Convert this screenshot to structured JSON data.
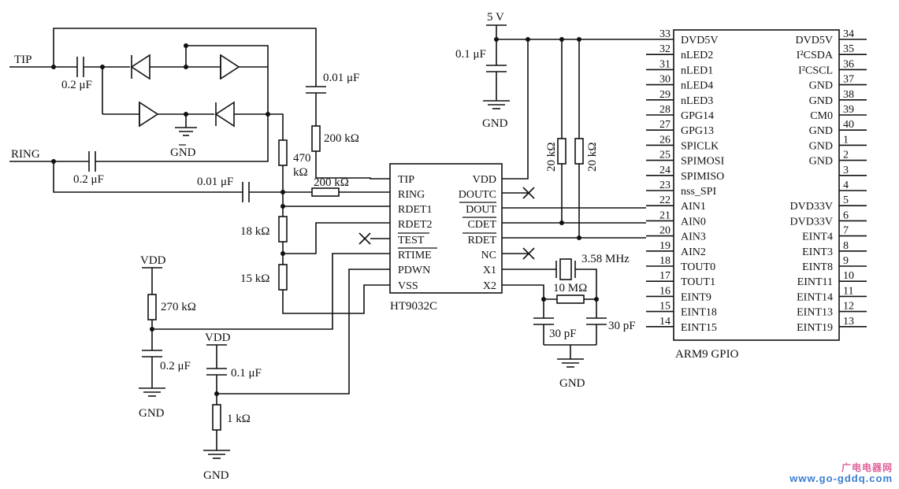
{
  "labels": {
    "tip": "TIP",
    "ring": "RING",
    "vdd": "VDD",
    "gnd": "GND",
    "five_v": "5 V"
  },
  "components": {
    "c_tip": "0.2 μF",
    "c_ring": "0.2 μF",
    "c_001_top": "0.01 μF",
    "c_001_ring": "0.01 μF",
    "c_5v": "0.1 μF",
    "c_vdd": "0.2 μF",
    "c_pdwn": "0.1 μF",
    "c_x1": "30 pF",
    "c_x2": "30 pF",
    "r_200k_v": "200 kΩ",
    "r_200k_h": "200 kΩ",
    "r_470k_a": "470",
    "r_470k_b": "kΩ",
    "r_18k": "18 kΩ",
    "r_15k": "15 kΩ",
    "r_270k": "270 kΩ",
    "r_1k": "1 kΩ",
    "r_10m": "10 MΩ",
    "r_20k_a": "20 kΩ",
    "r_20k_b": "20 kΩ",
    "crystal": "3.58 MHz"
  },
  "ht9032": {
    "name": "HT9032C",
    "left_pins": [
      "TIP",
      "RING",
      "RDET1",
      "RDET2",
      "TEST",
      "RTIME",
      "PDWN",
      "VSS"
    ],
    "right_pins": [
      "VDD",
      "DOUTC",
      "DOUT",
      "CDET",
      "RDET",
      "NC",
      "X1",
      "X2"
    ]
  },
  "arm9": {
    "name": "ARM9 GPIO",
    "left_pins": [
      {
        "num": "33",
        "name": "DVD5V"
      },
      {
        "num": "32",
        "name": "nLED2"
      },
      {
        "num": "31",
        "name": "nLED1"
      },
      {
        "num": "30",
        "name": "nLED4"
      },
      {
        "num": "29",
        "name": "nLED3"
      },
      {
        "num": "28",
        "name": "GPG14"
      },
      {
        "num": "27",
        "name": "GPG13"
      },
      {
        "num": "26",
        "name": "SPICLK"
      },
      {
        "num": "25",
        "name": "SPIMOSI"
      },
      {
        "num": "24",
        "name": "SPIMISO"
      },
      {
        "num": "23",
        "name": "nss_SPI"
      },
      {
        "num": "22",
        "name": "AIN1"
      },
      {
        "num": "21",
        "name": "AIN0"
      },
      {
        "num": "20",
        "name": "AIN3"
      },
      {
        "num": "19",
        "name": "AIN2"
      },
      {
        "num": "18",
        "name": "TOUT0"
      },
      {
        "num": "17",
        "name": "TOUT1"
      },
      {
        "num": "16",
        "name": "EINT9"
      },
      {
        "num": "15",
        "name": "EINT18"
      },
      {
        "num": "14",
        "name": "EINT15"
      }
    ],
    "right_pins": [
      {
        "num": "34",
        "name": "DVD5V"
      },
      {
        "num": "35",
        "name": "I²CSDA"
      },
      {
        "num": "36",
        "name": "I²CSCL"
      },
      {
        "num": "37",
        "name": "GND"
      },
      {
        "num": "38",
        "name": "GND"
      },
      {
        "num": "39",
        "name": "CM0"
      },
      {
        "num": "40",
        "name": "GND"
      },
      {
        "num": "1",
        "name": "GND"
      },
      {
        "num": "2",
        "name": "GND"
      },
      {
        "num": "3",
        "name": ""
      },
      {
        "num": "4",
        "name": ""
      },
      {
        "num": "5",
        "name": "DVD33V"
      },
      {
        "num": "6",
        "name": "DVD33V"
      },
      {
        "num": "7",
        "name": "EINT4"
      },
      {
        "num": "8",
        "name": "EINT3"
      },
      {
        "num": "9",
        "name": "EINT8"
      },
      {
        "num": "10",
        "name": "EINT11"
      },
      {
        "num": "11",
        "name": "EINT14"
      },
      {
        "num": "12",
        "name": "EINT13"
      },
      {
        "num": "13",
        "name": "EINT19"
      }
    ]
  },
  "watermark": {
    "line1": "广电电器网",
    "line2": "www.go-gddq.com"
  }
}
